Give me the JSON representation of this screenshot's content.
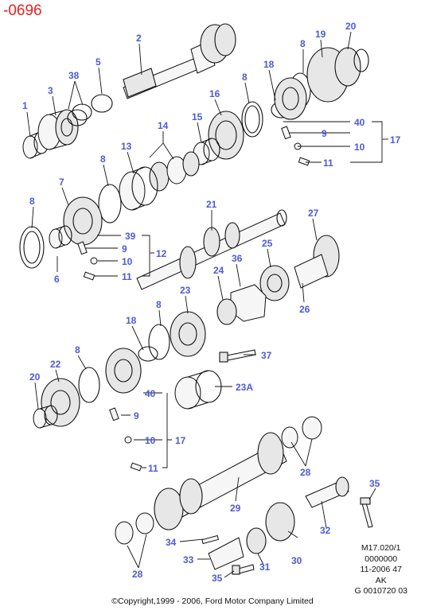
{
  "header": {
    "code": "-0696"
  },
  "meta": {
    "lines": [
      "M17.020/1",
      "0000000",
      "11-2006 47",
      "AK",
      "G 0010720 03"
    ]
  },
  "copyright": "©Copyright,1999 - 2006, Ford Motor Company Limited",
  "callouts": [
    "1",
    "2",
    "3",
    "38",
    "5",
    "8",
    "19",
    "20",
    "18",
    "8",
    "16",
    "40",
    "9",
    "10",
    "17",
    "11",
    "15",
    "14",
    "13",
    "8",
    "7",
    "21",
    "27",
    "8",
    "39",
    "9",
    "12",
    "10",
    "11",
    "6",
    "25",
    "36",
    "24",
    "26",
    "23",
    "8",
    "18",
    "37",
    "8",
    "22",
    "20",
    "40",
    "23A",
    "9",
    "10",
    "17",
    "11",
    "28",
    "35",
    "29",
    "32",
    "34",
    "33",
    "31",
    "30",
    "35",
    "28"
  ],
  "colors": {
    "header": "#e8201c",
    "callout": "#4b5bd6",
    "ink": "#111111"
  }
}
